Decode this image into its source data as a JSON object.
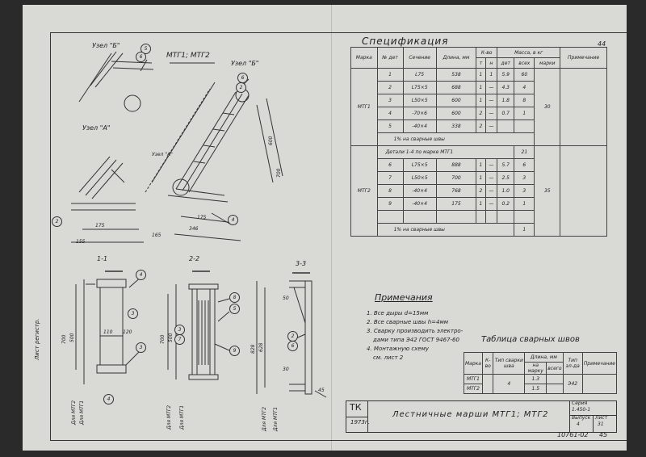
{
  "spec": {
    "title": "Спецификация",
    "sheet_no": "44",
    "headers": {
      "marka": "Марка",
      "pos": "№ дет",
      "section": "Сечение",
      "length": "Длина, мм",
      "qty": "К-во",
      "qty_t": "т",
      "qty_n": "н",
      "mass": "Масса, в кг",
      "mass_det": "дет",
      "mass_all": "всех",
      "mass_marka": "марки",
      "note": "Примечание"
    },
    "mtg1": {
      "marka": "МТГ1",
      "rows": [
        {
          "pos": "1",
          "section": "L75",
          "length": "538",
          "t": "1",
          "n": "1",
          "det": "5.9",
          "all": "60"
        },
        {
          "pos": "2",
          "section": "L75×5",
          "length": "688",
          "t": "1",
          "n": "—",
          "det": "4.3",
          "all": "4"
        },
        {
          "pos": "3",
          "section": "L50×5",
          "length": "600",
          "t": "1",
          "n": "—",
          "det": "1.8",
          "all": "8"
        },
        {
          "pos": "4",
          "section": "-70×6",
          "length": "600",
          "t": "2",
          "n": "—",
          "det": "0.7",
          "all": "1"
        },
        {
          "pos": "5",
          "section": "-40×4",
          "length": "338",
          "t": "2",
          "n": "—",
          "det": "",
          "all": ""
        }
      ],
      "mass": "30",
      "weld": "1% на сварные швы"
    },
    "mtg2": {
      "marka": "МТГ2",
      "details_hdr": "Детали 1-4 по марке МТГ1",
      "details_qty": "21",
      "rows": [
        {
          "pos": "6",
          "section": "L75×5",
          "length": "888",
          "t": "1",
          "n": "—",
          "det": "5.7",
          "all": "6"
        },
        {
          "pos": "7",
          "section": "L50×5",
          "length": "700",
          "t": "1",
          "n": "—",
          "det": "2.5",
          "all": "3"
        },
        {
          "pos": "8",
          "section": "-40×4",
          "length": "768",
          "t": "2",
          "n": "—",
          "det": "1.0",
          "all": "3"
        },
        {
          "pos": "9",
          "section": "-40×4",
          "length": "175",
          "t": "1",
          "n": "—",
          "det": "0.2",
          "all": "1"
        }
      ],
      "mass": "35",
      "weld": "1% на сварные швы",
      "weld_val": "1"
    }
  },
  "notes": {
    "title": "Примечания",
    "items": [
      "1. Все дыры d=15мм",
      "2. Все сварные швы h=4мм",
      "3. Сварку производить электро-",
      "дами типа Э42 ГОСТ 9467-60",
      "4. Монтажную схему",
      "см. лист 2"
    ]
  },
  "welds": {
    "title": "Таблица сварных швов",
    "headers": [
      "Марка",
      "К-во",
      "Тип сварки шва",
      "Длина, мм",
      "Тип эл-да",
      "Примечание"
    ],
    "subhdr": [
      "на марку",
      "всего"
    ],
    "rows": [
      {
        "marka": "МТГ1",
        "len": "1.3"
      },
      {
        "marka": "МТГ2",
        "len": "1.5"
      }
    ],
    "type_code": "4",
    "electrode": "Э42"
  },
  "stamp": {
    "org": "ТК",
    "year": "1973г.",
    "title": "Лестничные марши МТГ1; МТГ2",
    "series": "Серия",
    "series_val": "1.450-1",
    "issue": "Выпуск",
    "issue_val": "4",
    "sheet": "Лист",
    "sheet_val": "31",
    "code": "10761-02",
    "page": "45"
  },
  "drawing": {
    "main_title": "МТГ1; МТГ2",
    "node_b": "Узел \"Б\"",
    "node_b2": "Узел \"Б\"",
    "node_a": "Узел \"А\"",
    "node_a2": "Узел \"А\"",
    "sec11": "1-1",
    "sec22": "2-2",
    "sec33": "3-3",
    "dims": {
      "d175": "175",
      "d346": "346",
      "d165": "165",
      "d155": "155",
      "d600": "600",
      "d700": "700",
      "d500": "500",
      "d110": "110",
      "d120": "120",
      "d45": "45",
      "d828": "828",
      "d628": "628",
      "d50": "50",
      "d30": "30"
    },
    "for_mtg2": "Для МТГ2",
    "for_mtg1": "Для МТГ1",
    "margin_text": "Лист регистр."
  }
}
